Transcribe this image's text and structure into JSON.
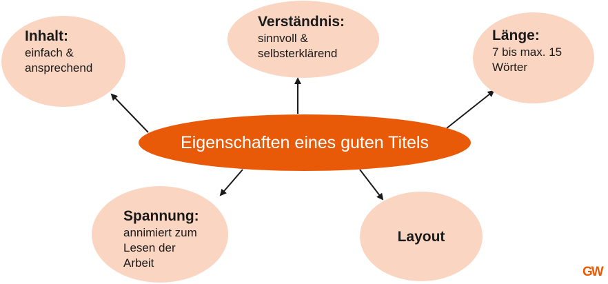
{
  "center": {
    "label": "Eigenschaften eines guten Titels"
  },
  "nodes": {
    "inhalt": {
      "title": "Inhalt:",
      "line1": "einfach &",
      "line2": "ansprechend"
    },
    "verstaendnis": {
      "title": "Verständnis:",
      "line1": "sinnvoll &",
      "line2": "selbsterklärend"
    },
    "laenge": {
      "title": "Länge:",
      "line1": "7 bis max. 15",
      "line2": "Wörter"
    },
    "spannung": {
      "title": "Spannung:",
      "line1": "annimiert zum",
      "line2": "Lesen der",
      "line3": "Arbeit"
    },
    "layout": {
      "title": "Layout"
    }
  },
  "logo": {
    "text": "GW"
  },
  "colors": {
    "center": "#e85a07",
    "bubble": "#f9d5c2",
    "arrow": "#1a1a1a"
  }
}
